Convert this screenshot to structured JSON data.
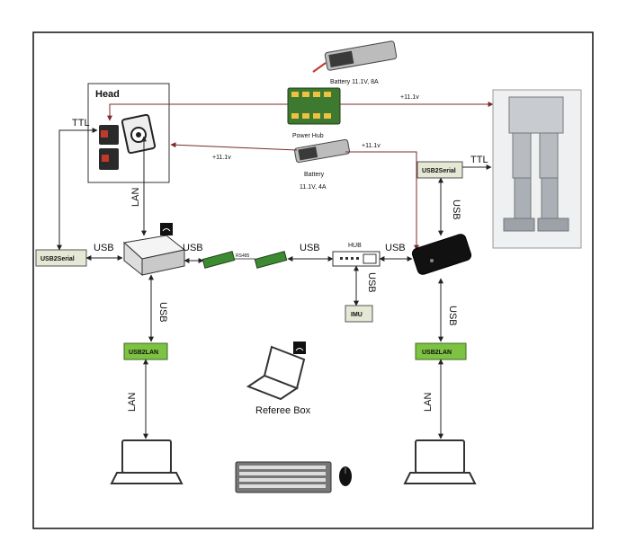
{
  "head": {
    "title": "Head"
  },
  "labels": {
    "ttl_left": "TTL",
    "ttl_right": "TTL",
    "lan_head": "LAN",
    "lan_left": "LAN",
    "lan_right": "LAN",
    "usb_1": "USB",
    "usb_2": "USB",
    "usb_3": "USB",
    "usb_4": "USB",
    "usb_hub_imu": "USB",
    "usb_left_vertical": "USB",
    "usb_right_vertical": "USB",
    "usb_robot_serial": "USB",
    "power_right": "+11.1v",
    "power_mid": "+11.1v",
    "power_head": "+11.1v",
    "rs485": "RS485"
  },
  "components": {
    "battery_top": "Battery 11.1V, 8A",
    "power_hub": "Power Hub",
    "battery_mid_1": "Battery",
    "battery_mid_2": "11.1V, 4A",
    "hub": "HUB",
    "imu": "IMU",
    "usb2serial_left": "USB2Serial",
    "usb2serial_right": "USB2Serial",
    "usb2lan_left": "USB2LAN",
    "usb2lan_right": "USB2LAN",
    "referee_box": "Referee Box"
  },
  "colors": {
    "power_line": "#7a2b2b",
    "signal_line": "#222222",
    "serial_box": "#e4e8d4",
    "lan_box": "#7dc243",
    "frame": "#111111"
  }
}
